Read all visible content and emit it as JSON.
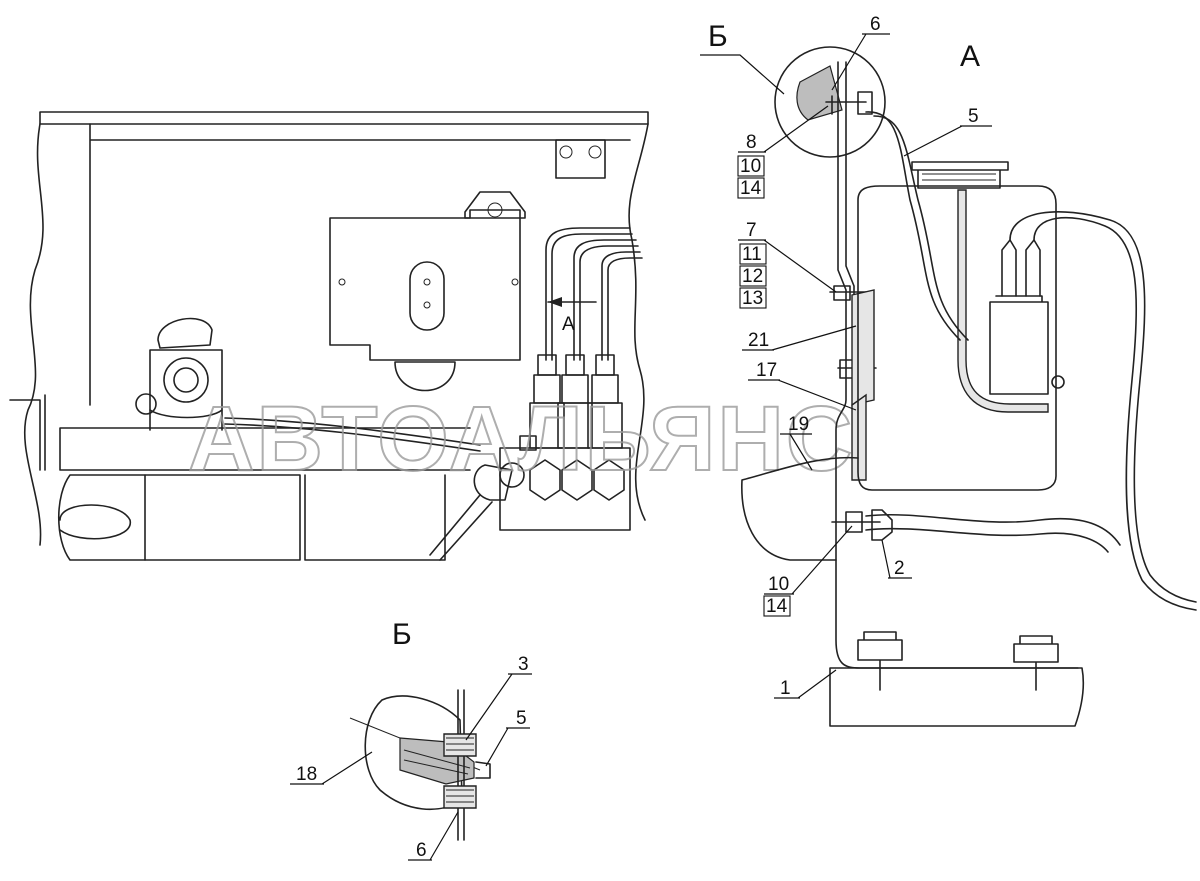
{
  "view_labels": {
    "view_a_arrow": "А",
    "view_a_title": "А",
    "detail_b_callout": "Б",
    "detail_b_title": "Б"
  },
  "callouts": {
    "c1": "1",
    "c2": "2",
    "c3": "3",
    "c5_view": "5",
    "c5_detail": "5",
    "c6_view": "6",
    "c6_detail": "6",
    "c7": "7",
    "c8": "8",
    "c10_top": "10",
    "c14_top": "14",
    "c11": "11",
    "c12": "12",
    "c13": "13",
    "c10_bottom": "10",
    "c14_bottom": "14",
    "c17": "17",
    "c18": "18",
    "c19": "19",
    "c21": "21"
  },
  "watermark": "АВТОАЛЬЯНС"
}
